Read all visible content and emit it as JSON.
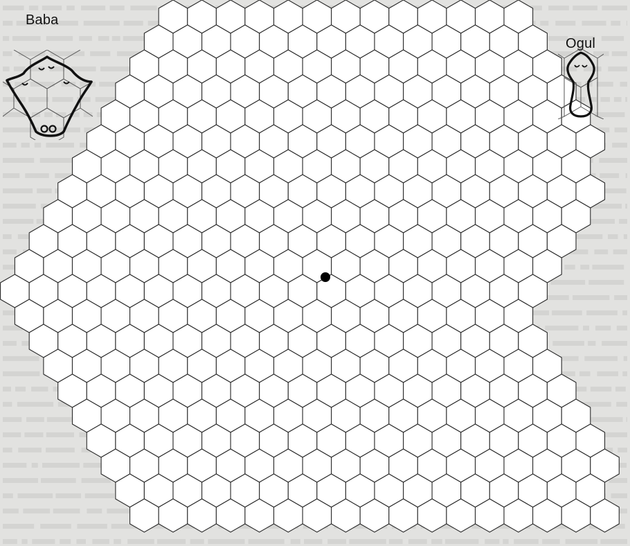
{
  "labels": {
    "baba": "Baba",
    "ogul": "Ogul"
  },
  "board": {
    "cell_shape": "hexagon",
    "marker": "black-dot"
  },
  "colors": {
    "background": "#e2e2e0",
    "board_fill": "#ffffff",
    "line": "#2a2a2a",
    "marker": "#000000"
  }
}
